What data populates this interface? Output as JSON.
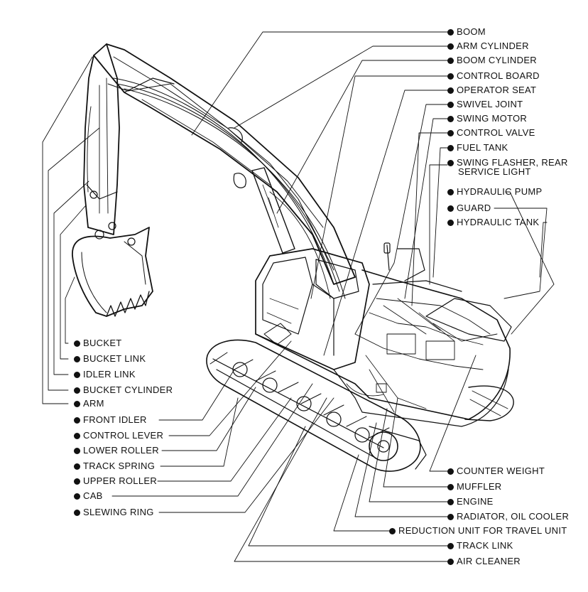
{
  "labels": {
    "boom": "BOOM",
    "arm_cylinder": "ARM CYLINDER",
    "boom_cylinder": "BOOM CYLINDER",
    "control_board": "CONTROL BOARD",
    "operator_seat": "OPERATOR SEAT",
    "swivel_joint": "SWIVEL JOINT",
    "swing_motor": "SWING MOTOR",
    "control_valve": "CONTROL VALVE",
    "fuel_tank": "FUEL TANK",
    "swing_flasher_1": "SWING FLASHER, REAR",
    "swing_flasher_2": "SERVICE LIGHT",
    "hydraulic_pump": "HYDRAULIC PUMP",
    "guard": "GUARD",
    "hydraulic_tank": "HYDRAULIC TANK",
    "bucket": "BUCKET",
    "bucket_link": "BUCKET LINK",
    "idler_link": "IDLER LINK",
    "bucket_cylinder": "BUCKET CYLINDER",
    "arm": "ARM",
    "front_idler": "FRONT IDLER",
    "control_lever": "CONTROL LEVER",
    "lower_roller": "LOWER ROLLER",
    "track_spring": "TRACK SPRING",
    "upper_roller": "UPPER ROLLER",
    "cab": "CAB",
    "slewing_ring": "SLEWING RING",
    "counter_weight": "COUNTER WEIGHT",
    "muffler": "MUFFLER",
    "engine": "ENGINE",
    "radiator": "RADIATOR, OIL COOLER",
    "reduction_unit": "REDUCTION UNIT FOR TRAVEL UNIT",
    "track_link": "TRACK LINK",
    "air_cleaner": "AIR CLEANER"
  }
}
